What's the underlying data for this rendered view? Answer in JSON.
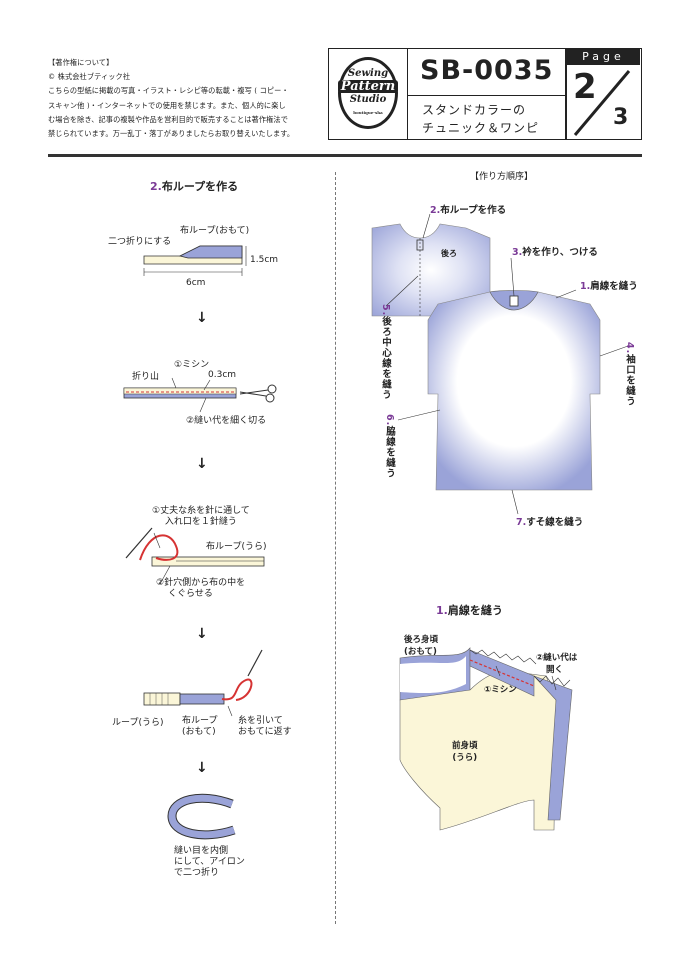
{
  "copyright": {
    "lines": [
      "【著作権について】",
      "© 株式会社ブティック社",
      "こちらの型紙に掲載の写真・イラスト・レシピ等の転載・複写 ( コピー・",
      "スキャン他 )・インターネットでの使用を禁じます。また、個人的に楽し",
      "む場合を除き、記事の複製や作品を営利目的で販売することは著作権法で",
      "禁じられています。万一乱丁・落丁がありましたらお取り替えいたします。"
    ]
  },
  "logo": {
    "line1": "Sewing",
    "line2": "Pattern",
    "line3": "Studio",
    "line4": "boutique-sha"
  },
  "header": {
    "code": "SB-0035",
    "subtitle_line1": "スタンドカラーの",
    "subtitle_line2": "チュニック＆ワンピ",
    "page_label": "Page",
    "page_num": "2",
    "page_total": "3"
  },
  "left": {
    "step_num": "2.",
    "step_title": "布ループを作る",
    "fold_label": "二つ折りにする",
    "loop_label": "布ループ(おもて)",
    "width_label": "1.5cm",
    "length_label": "6cm",
    "foldline_label": "折り山",
    "sew_label": "①ミシン",
    "seam_label": "0.3cm",
    "trim_label": "②縫い代を細く切る",
    "thread_label1": "①丈夫な糸を針に通して",
    "thread_label2": "入れ口を１針縫う",
    "loop_back_label": "布ループ(うら)",
    "pull_label1": "②針穴側から布の中を",
    "pull_label2": "くぐらせる",
    "loop_back2": "ループ(うら)",
    "loop_front1": "布ループ",
    "loop_front2": "(おもて)",
    "turn1": "糸を引いて",
    "turn2": "おもてに返す",
    "final1": "縫い目を内側",
    "final2": "にして、アイロン",
    "final3": "で二つ折り",
    "arrow": "↓"
  },
  "right": {
    "order_title": "【作り方順序】",
    "s2_num": "2.",
    "s2_text": "布ループを作る",
    "back_label": "後ろ",
    "s3_num": "3.",
    "s3_text": "衿を作り、つける",
    "s1_num": "1.",
    "s1_text": "肩線を縫う",
    "s5_num": "5.",
    "s5_text": "後ろ中心線を縫う",
    "s4_num": "4.",
    "s4_text": "袖口を縫う",
    "s6_num": "6.",
    "s6_text": "脇線を縫う",
    "s7_num": "7.",
    "s7_text": "すそ線を縫う",
    "d_num": "1.",
    "d_title": "肩線を縫う",
    "d_back1": "後ろ身頃",
    "d_back2": "(おもて)",
    "d_open1": "②縫い代は",
    "d_open2": "開く",
    "d_sew": "①ミシン",
    "d_front1": "前身頃",
    "d_front2": "(うら)"
  },
  "colors": {
    "accent": "#7a3a96",
    "fabric": "#9aa3d8",
    "cream": "#fbf6d8"
  }
}
